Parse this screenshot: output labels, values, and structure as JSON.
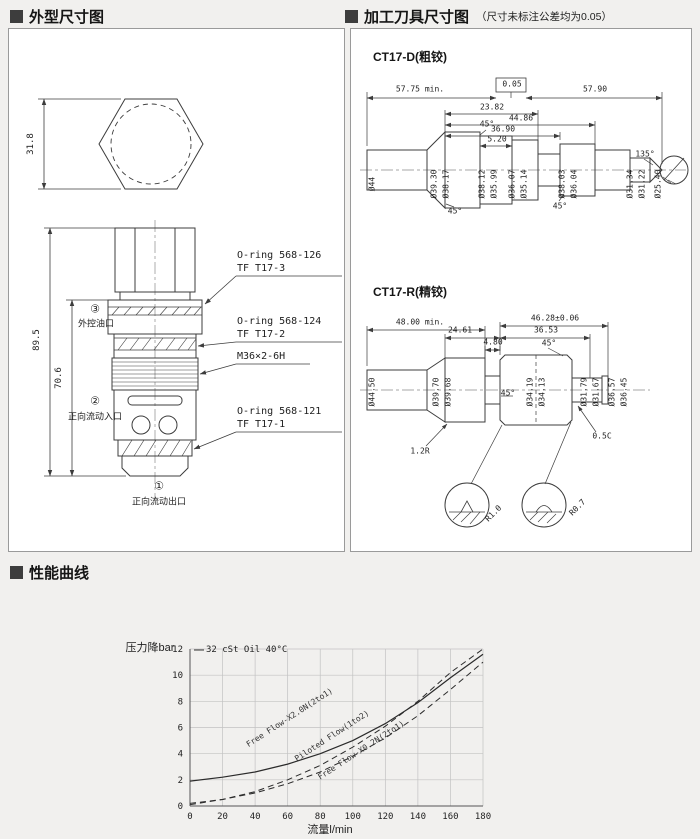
{
  "sections": {
    "outline_title": "外型尺寸图",
    "tooling_title": "加工刀具尺寸图",
    "tooling_note": "（尺寸未标注公差均为0.05）",
    "curves_title": "性能曲线"
  },
  "outline": {
    "hex_across_flats": "31.8",
    "overall_height": "89.5",
    "body_height": "70.6",
    "port3_num": "③",
    "port3_label": "外控油口",
    "port2_num": "②",
    "port2_label": "正向流动入口",
    "port1_num": "①",
    "port1_label": "正向流动出口",
    "callout1_line1": "O-ring 568-126",
    "callout1_line2": "TF T17-3",
    "callout2_line1": "O-ring 568-124",
    "callout2_line2": "TF T17-2",
    "callout3_line1": "M36×2-6H",
    "callout4_line1": "O-ring 568-121",
    "callout4_line2": "TF T17-1"
  },
  "tooling": {
    "ct17d": {
      "title": "CT17-D(粗铰)",
      "dims": {
        "d1": "57.75 min.",
        "d2": "0.05",
        "d3": "57.90",
        "d4": "23.82",
        "d5": "44.86",
        "d6": "36.90",
        "d7": "5.20"
      },
      "dias": [
        "Ø44",
        "Ø39.30",
        "Ø38.17",
        "Ø38.12",
        "Ø35.99",
        "Ø36.07",
        "Ø35.14",
        "Ø38.03",
        "Ø36.04",
        "Ø31.34",
        "Ø31.22",
        "Ø25.40"
      ],
      "angle_45a": "45°",
      "angle_45b": "45°",
      "angle_45c": "45°",
      "angle_135": "135°"
    },
    "ct17r": {
      "title": "CT17-R(精铰)",
      "dims": {
        "d1": "48.00 min.",
        "d2": "46.28±0.06",
        "d3": "24.61",
        "d4": "36.53",
        "d5": "4.80"
      },
      "dias": [
        "Ø44.50",
        "Ø39.70",
        "Ø39.68",
        "Ø34.19",
        "Ø34.13",
        "Ø31.79",
        "Ø31.67",
        "Ø36.57",
        "Ø36.45"
      ],
      "angle_45a": "45°",
      "angle_45b": "45°",
      "note_radius": "1.2R",
      "note_chamfer": "0.5C",
      "detail_r1": "R1.0",
      "detail_r2": "R0.7"
    }
  },
  "chart_data": {
    "type": "line",
    "title": "",
    "xlabel": "流量l/min",
    "ylabel": "压力降bar",
    "annotation": "32 cSt Oil 40°C",
    "xlim": [
      0,
      180
    ],
    "ylim": [
      0,
      12
    ],
    "xticks": [
      0,
      20,
      40,
      60,
      80,
      100,
      120,
      140,
      160,
      180
    ],
    "yticks": [
      0,
      2,
      4,
      6,
      8,
      10,
      12
    ],
    "grid": true,
    "legend_position": "on-curve",
    "x": [
      0,
      20,
      40,
      60,
      80,
      100,
      120,
      140,
      160,
      180
    ],
    "series": [
      {
        "name": "Free Flow-X2.0N(2to1)",
        "style": "solid",
        "label_at": {
          "x": 62,
          "y": 6.6
        },
        "values": [
          1.9,
          2.2,
          2.6,
          3.2,
          4.0,
          5.0,
          6.3,
          7.9,
          9.8,
          11.6
        ]
      },
      {
        "name": "Piloted Flow(1to2)",
        "style": "dashed",
        "label_at": {
          "x": 88,
          "y": 5.2
        },
        "values": [
          0.1,
          0.5,
          1.1,
          2.0,
          3.1,
          4.5,
          6.1,
          8.0,
          10.2,
          12.0
        ]
      },
      {
        "name": "Free Flow-X0.2N(2to1)",
        "style": "dashed",
        "label_at": {
          "x": 106,
          "y": 4.1
        },
        "values": [
          0.2,
          0.5,
          1.0,
          1.7,
          2.6,
          3.8,
          5.2,
          6.9,
          8.9,
          11.0
        ]
      }
    ]
  }
}
